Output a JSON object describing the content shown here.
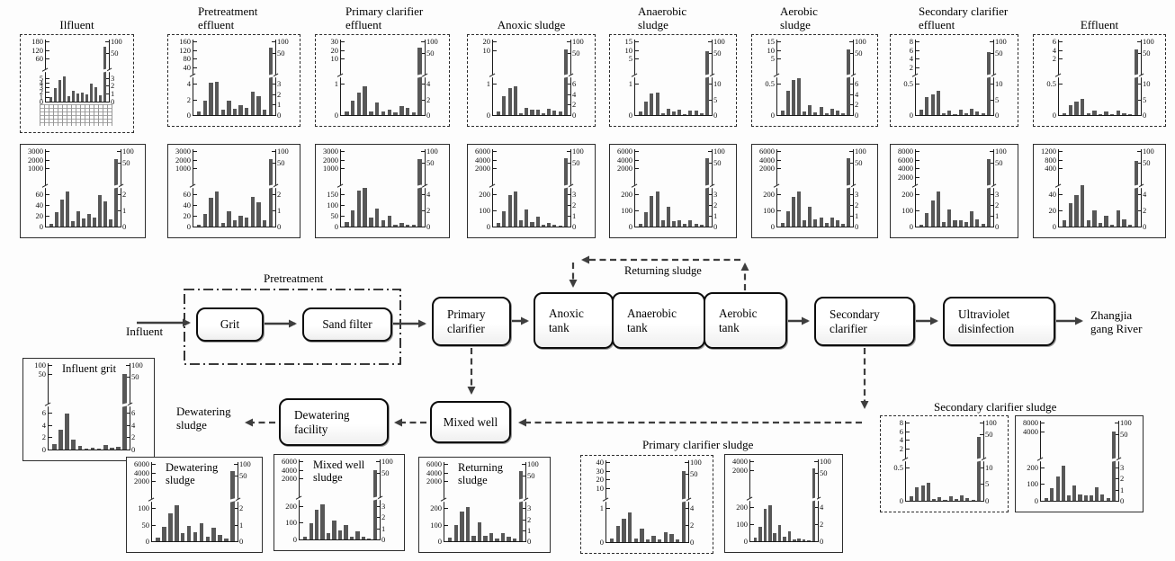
{
  "figure_title": "Wastewater treatment plant process flow with microbial/parameter bar charts",
  "colors": {
    "bar": "#575757",
    "axis": "#1b1b1b",
    "arrow": "#3e3e3e",
    "border": "#2d2d2d"
  },
  "flow": {
    "influent_label": "Influent",
    "pretreatment_label": "Pretreatment",
    "returning_sludge_label": "Returning sludge",
    "river_label": "Zhangjia\ngang River",
    "dewatering_sludge_label": "Dewatering\nsludge",
    "nodes": [
      {
        "label": "Grit"
      },
      {
        "label": "Sand filter"
      },
      {
        "label": "Primary\nclarifier"
      },
      {
        "label": "Anoxic\ntank"
      },
      {
        "label": "Anaerobic\ntank"
      },
      {
        "label": "Aerobic\ntank"
      },
      {
        "label": "Secondary\nclarifier"
      },
      {
        "label": "Ultraviolet\ndisinfection"
      },
      {
        "label": "Dewatering\nfacility"
      },
      {
        "label": "Mixed well"
      }
    ]
  },
  "group_labels": {
    "primary_clarifier_sludge": "Primary clarifier sludge",
    "secondary_clarifier_sludge": "Secondary clarifier sludge"
  },
  "chart_data": [
    {
      "type": "bar",
      "id": "influent",
      "title": "Ilfluent",
      "title_pos": "above",
      "border": "dashed",
      "left_top": [
        "180",
        "120",
        "60"
      ],
      "left_bottom": [
        "5",
        "4",
        "3",
        "2",
        "1",
        "0"
      ],
      "right_top": [
        "100",
        "50"
      ],
      "right_bottom": [
        "3",
        "2",
        "1",
        "0"
      ],
      "x_tick_labels_note": "rotated category labels, illegible at source resolution",
      "bars_rel_height": [
        0.07,
        0.23,
        0.37,
        0.42,
        0.09,
        0.18,
        0.13,
        0.15,
        0.12,
        0.3,
        0.24,
        0.11,
        0.93
      ]
    },
    {
      "type": "bar",
      "id": "pretreatment-effluent",
      "title": "Pretreatment\neffluent",
      "title_pos": "above",
      "border": "dashed",
      "left_top": [
        "160",
        "120",
        "80",
        "40"
      ],
      "left_bottom": [
        "4",
        "2",
        "0"
      ],
      "right_top": [
        "100",
        "50"
      ],
      "right_bottom": [
        "3",
        "2",
        "1",
        "0"
      ],
      "bars_rel_height": [
        0.05,
        0.2,
        0.44,
        0.46,
        0.07,
        0.2,
        0.09,
        0.14,
        0.1,
        0.32,
        0.26,
        0.08,
        0.93
      ]
    },
    {
      "type": "bar",
      "id": "primary-clarifier-effluent",
      "title": "Primary clarifier\neffluent",
      "title_pos": "above",
      "border": "dashed",
      "left_top": [
        "30",
        "20",
        "10"
      ],
      "left_bottom": [
        "1",
        "0"
      ],
      "right_top": [
        "100",
        "50"
      ],
      "right_bottom": [
        "4",
        "2",
        "0"
      ],
      "bars_rel_height": [
        0.05,
        0.2,
        0.31,
        0.4,
        0.05,
        0.17,
        0.05,
        0.08,
        0.04,
        0.12,
        0.1,
        0.04,
        0.92
      ]
    },
    {
      "type": "bar",
      "id": "anoxic-sludge",
      "title": "Anoxic sludge",
      "title_pos": "above",
      "border": "dashed",
      "left_top": [
        "20",
        "10"
      ],
      "left_bottom": [
        "1",
        "0"
      ],
      "right_top": [
        "100",
        "50"
      ],
      "right_bottom": [
        "6",
        "4",
        "2",
        "0"
      ],
      "bars_rel_height": [
        0.05,
        0.26,
        0.37,
        0.39,
        0.03,
        0.1,
        0.07,
        0.07,
        0.02,
        0.09,
        0.06,
        0.05,
        0.9
      ]
    },
    {
      "type": "bar",
      "id": "anaerobic-sludge",
      "title": "Anaerobic\nsludge",
      "title_pos": "above",
      "border": "dashed",
      "left_top": [
        "15",
        "10",
        "5"
      ],
      "left_bottom": [
        "1",
        "0"
      ],
      "right_top": [
        "100",
        "50"
      ],
      "right_bottom": [
        "10",
        "5",
        "0"
      ],
      "bars_rel_height": [
        0.05,
        0.19,
        0.3,
        0.31,
        0.03,
        0.09,
        0.05,
        0.07,
        0.01,
        0.06,
        0.06,
        0.02,
        0.88
      ]
    },
    {
      "type": "bar",
      "id": "aerobic-sludge",
      "title": "Aerobic\nsludge",
      "title_pos": "above",
      "border": "dashed",
      "left_top": [
        "15",
        "10",
        "5"
      ],
      "left_bottom": [
        "0.5",
        "0"
      ],
      "right_top": [
        "100",
        "50"
      ],
      "right_bottom": [
        "6",
        "4",
        "2",
        "0"
      ],
      "bars_rel_height": [
        0.06,
        0.33,
        0.48,
        0.51,
        0.05,
        0.14,
        0.04,
        0.11,
        0.02,
        0.09,
        0.06,
        0.03,
        0.9
      ]
    },
    {
      "type": "bar",
      "id": "secondary-clarifier-effluent",
      "title": "Secondary clarifier\neffluent",
      "title_pos": "above",
      "border": "dashed",
      "left_top": [
        "8",
        "6",
        "4",
        "2"
      ],
      "left_bottom": [
        "0.5",
        "0"
      ],
      "right_top": [
        "100",
        "50"
      ],
      "right_bottom": [
        "10",
        "5",
        "0"
      ],
      "bars_rel_height": [
        0.07,
        0.25,
        0.29,
        0.33,
        0.02,
        0.06,
        0.01,
        0.08,
        0.02,
        0.09,
        0.05,
        0.02,
        0.86
      ]
    },
    {
      "type": "bar",
      "id": "effluent",
      "title": "Effluent",
      "title_pos": "above",
      "border": "dashed",
      "left_top": [
        "6",
        "4",
        "2"
      ],
      "left_bottom": [
        "0.5",
        "0"
      ],
      "right_top": [
        "100",
        "50"
      ],
      "right_bottom": [
        "10",
        "5",
        "0"
      ],
      "bars_rel_height": [
        0.03,
        0.14,
        0.19,
        0.22,
        0.02,
        0.06,
        0.01,
        0.05,
        0.01,
        0.06,
        0.03,
        0.01,
        0.9
      ]
    },
    {
      "type": "bar",
      "id": "influent-row2",
      "title": "",
      "title_pos": "none",
      "border": "solid",
      "left_top": [
        "3000",
        "2000",
        "1000"
      ],
      "left_bottom": [
        "60",
        "40",
        "20",
        "0"
      ],
      "right_top": [
        "100",
        "50"
      ],
      "right_bottom": [
        "2",
        "1",
        "0"
      ],
      "bars_rel_height": [
        0.04,
        0.19,
        0.36,
        0.47,
        0.07,
        0.2,
        0.11,
        0.17,
        0.12,
        0.42,
        0.34,
        0.1,
        0.9
      ]
    },
    {
      "type": "bar",
      "id": "pretreatment-effluent-row2",
      "title": "",
      "title_pos": "none",
      "border": "solid",
      "left_top": [
        "3000",
        "2000",
        "1000"
      ],
      "left_bottom": [
        "60",
        "40",
        "20",
        "0"
      ],
      "right_top": [
        "100",
        "50"
      ],
      "right_bottom": [
        "2",
        "1",
        "0"
      ],
      "bars_rel_height": [
        0.03,
        0.17,
        0.39,
        0.47,
        0.05,
        0.21,
        0.09,
        0.14,
        0.12,
        0.4,
        0.33,
        0.09,
        0.9
      ]
    },
    {
      "type": "bar",
      "id": "primary-clarifier-effluent-row2",
      "title": "",
      "title_pos": "none",
      "border": "solid",
      "left_top": [
        "3000",
        "2000",
        "1000"
      ],
      "left_bottom": [
        "150",
        "100",
        "50",
        "0"
      ],
      "right_top": [
        "100",
        "50"
      ],
      "right_bottom": [
        "4",
        "2",
        "0"
      ],
      "bars_rel_height": [
        0.06,
        0.22,
        0.48,
        0.52,
        0.12,
        0.24,
        0.09,
        0.14,
        0.02,
        0.05,
        0.03,
        0.02,
        0.9
      ]
    },
    {
      "type": "bar",
      "id": "anoxic-sludge-row2",
      "title": "",
      "title_pos": "none",
      "border": "solid",
      "left_top": [
        "6000",
        "4000",
        "2000"
      ],
      "left_bottom": [
        "200",
        "100",
        "0"
      ],
      "right_top": [
        "100",
        "50"
      ],
      "right_bottom": [
        "3",
        "2",
        "1",
        "0"
      ],
      "bars_rel_height": [
        0.05,
        0.2,
        0.42,
        0.47,
        0.08,
        0.23,
        0.06,
        0.13,
        0.02,
        0.05,
        0.03,
        0.01,
        0.92
      ]
    },
    {
      "type": "bar",
      "id": "anaerobic-sludge-row2",
      "title": "",
      "title_pos": "none",
      "border": "solid",
      "left_top": [
        "6000",
        "4000",
        "2000"
      ],
      "left_bottom": [
        "200",
        "100",
        "0"
      ],
      "right_top": [
        "100",
        "50"
      ],
      "right_bottom": [
        "3",
        "2",
        "1",
        "0"
      ],
      "bars_rel_height": [
        0.04,
        0.19,
        0.41,
        0.47,
        0.09,
        0.26,
        0.07,
        0.08,
        0.04,
        0.09,
        0.04,
        0.02,
        0.92
      ]
    },
    {
      "type": "bar",
      "id": "aerobic-sludge-row2",
      "title": "",
      "title_pos": "none",
      "border": "solid",
      "left_top": [
        "6000",
        "4000",
        "2000"
      ],
      "left_bottom": [
        "200",
        "100",
        "0"
      ],
      "right_top": [
        "100",
        "50"
      ],
      "right_bottom": [
        "3",
        "2",
        "1",
        "0"
      ],
      "bars_rel_height": [
        0.05,
        0.2,
        0.4,
        0.47,
        0.09,
        0.26,
        0.1,
        0.12,
        0.05,
        0.12,
        0.09,
        0.04,
        0.92
      ]
    },
    {
      "type": "bar",
      "id": "secondary-clarifier-effluent-row2",
      "title": "",
      "title_pos": "none",
      "border": "solid",
      "left_top": [
        "8000",
        "6000",
        "4000",
        "2000"
      ],
      "left_bottom": [
        "200",
        "100",
        "0"
      ],
      "right_top": [
        "100",
        "50"
      ],
      "right_bottom": [
        "3",
        "2",
        "1",
        "0"
      ],
      "bars_rel_height": [
        0.03,
        0.18,
        0.35,
        0.47,
        0.06,
        0.23,
        0.09,
        0.09,
        0.06,
        0.2,
        0.1,
        0.04,
        0.9
      ]
    },
    {
      "type": "bar",
      "id": "effluent-row2",
      "title": "",
      "title_pos": "none",
      "border": "solid",
      "left_top": [
        "1200",
        "800",
        "400"
      ],
      "left_bottom": [
        "40",
        "20",
        "0"
      ],
      "right_top": [
        "100",
        "50"
      ],
      "right_bottom": [
        "4",
        "2",
        "0"
      ],
      "bars_rel_height": [
        0.08,
        0.31,
        0.42,
        0.55,
        0.08,
        0.22,
        0.05,
        0.15,
        0.03,
        0.22,
        0.1,
        0.02,
        0.88
      ]
    },
    {
      "type": "bar",
      "id": "influent-grit",
      "title": "Influent grit",
      "title_pos": "inside",
      "border": "solid",
      "left_top": [
        "100",
        "50"
      ],
      "left_bottom": [
        "6",
        "4",
        "2",
        "0"
      ],
      "right_top": [
        "100",
        "50"
      ],
      "right_bottom": [
        "6",
        "4",
        "2",
        "0"
      ],
      "bars_rel_height": [
        0.06,
        0.24,
        0.43,
        0.12,
        0.04,
        0.01,
        0.02,
        0.01,
        0.05,
        0.02,
        0.03,
        0.9
      ]
    },
    {
      "type": "bar",
      "id": "dewatering-sludge",
      "title": "Dewatering\nsludge",
      "title_pos": "inside",
      "border": "solid",
      "left_top": [
        "6000",
        "4000",
        "2000"
      ],
      "left_bottom": [
        "100",
        "50",
        "0"
      ],
      "right_top": [
        "100",
        "50"
      ],
      "right_bottom": [
        "2",
        "1",
        "0"
      ],
      "bars_rel_height": [
        0.05,
        0.19,
        0.37,
        0.47,
        0.11,
        0.2,
        0.12,
        0.23,
        0.06,
        0.18,
        0.08,
        0.04,
        0.92
      ]
    },
    {
      "type": "bar",
      "id": "mixed-well-sludge",
      "title": "Mixed well\nsludge",
      "title_pos": "inside",
      "border": "solid",
      "left_top": [
        "6000",
        "4000",
        "2000"
      ],
      "left_bottom": [
        "200",
        "100",
        "0"
      ],
      "right_top": [
        "100",
        "50"
      ],
      "right_bottom": [
        "3",
        "2",
        "1",
        "0"
      ],
      "bars_rel_height": [
        0.04,
        0.21,
        0.38,
        0.45,
        0.08,
        0.25,
        0.12,
        0.19,
        0.03,
        0.11,
        0.04,
        0.01,
        0.9
      ]
    },
    {
      "type": "bar",
      "id": "returning-sludge",
      "title": "Returning\nsludge",
      "title_pos": "inside",
      "border": "solid",
      "left_top": [
        "6000",
        "4000",
        "2000"
      ],
      "left_bottom": [
        "200",
        "100",
        "0"
      ],
      "right_top": [
        "100",
        "50"
      ],
      "right_bottom": [
        "3",
        "2",
        "1",
        "0"
      ],
      "bars_rel_height": [
        0.05,
        0.21,
        0.39,
        0.45,
        0.07,
        0.25,
        0.07,
        0.11,
        0.04,
        0.11,
        0.06,
        0.04,
        0.92
      ]
    },
    {
      "type": "bar",
      "id": "primary-clarifier-sludge-1",
      "title": "",
      "title_pos": "none",
      "border": "dashed",
      "left_top": [
        "40",
        "30",
        "20",
        "10"
      ],
      "left_bottom": [
        "1",
        "0"
      ],
      "right_top": [
        "100",
        "50"
      ],
      "right_bottom": [
        "4",
        "2",
        "0"
      ],
      "bars_rel_height": [
        0.04,
        0.2,
        0.29,
        0.37,
        0.04,
        0.17,
        0.03,
        0.08,
        0.03,
        0.12,
        0.1,
        0.03,
        0.9
      ]
    },
    {
      "type": "bar",
      "id": "primary-clarifier-sludge-2",
      "title": "",
      "title_pos": "none",
      "border": "solid",
      "left_top": [
        "4000",
        "2000"
      ],
      "left_bottom": [
        "200",
        "100",
        "0"
      ],
      "right_top": [
        "100",
        "50"
      ],
      "right_bottom": [
        "4",
        "2",
        "0"
      ],
      "bars_rel_height": [
        0.04,
        0.18,
        0.41,
        0.45,
        0.1,
        0.2,
        0.06,
        0.12,
        0.02,
        0.03,
        0.02,
        0.01,
        0.92
      ]
    },
    {
      "type": "bar",
      "id": "secondary-clarifier-sludge-1",
      "title": "",
      "title_pos": "none",
      "border": "dashed",
      "left_top": [
        "8",
        "6",
        "4",
        "2"
      ],
      "left_bottom": [
        "0.5",
        "0"
      ],
      "right_top": [
        "100",
        "50"
      ],
      "right_bottom": [
        "10",
        "5",
        "0"
      ],
      "bars_rel_height": [
        0.06,
        0.17,
        0.2,
        0.23,
        0.02,
        0.05,
        0.01,
        0.06,
        0.02,
        0.07,
        0.04,
        0.01,
        0.82
      ]
    },
    {
      "type": "bar",
      "id": "secondary-clarifier-sludge-2",
      "title": "",
      "title_pos": "none",
      "border": "solid",
      "left_top": [
        "8000",
        "4000"
      ],
      "left_bottom": [
        "200",
        "100",
        "0"
      ],
      "right_top": [
        "100",
        "50"
      ],
      "right_bottom": [
        "3",
        "2",
        "1",
        "0"
      ],
      "bars_rel_height": [
        0.03,
        0.16,
        0.31,
        0.45,
        0.07,
        0.2,
        0.08,
        0.07,
        0.07,
        0.18,
        0.08,
        0.04,
        0.9
      ]
    }
  ]
}
